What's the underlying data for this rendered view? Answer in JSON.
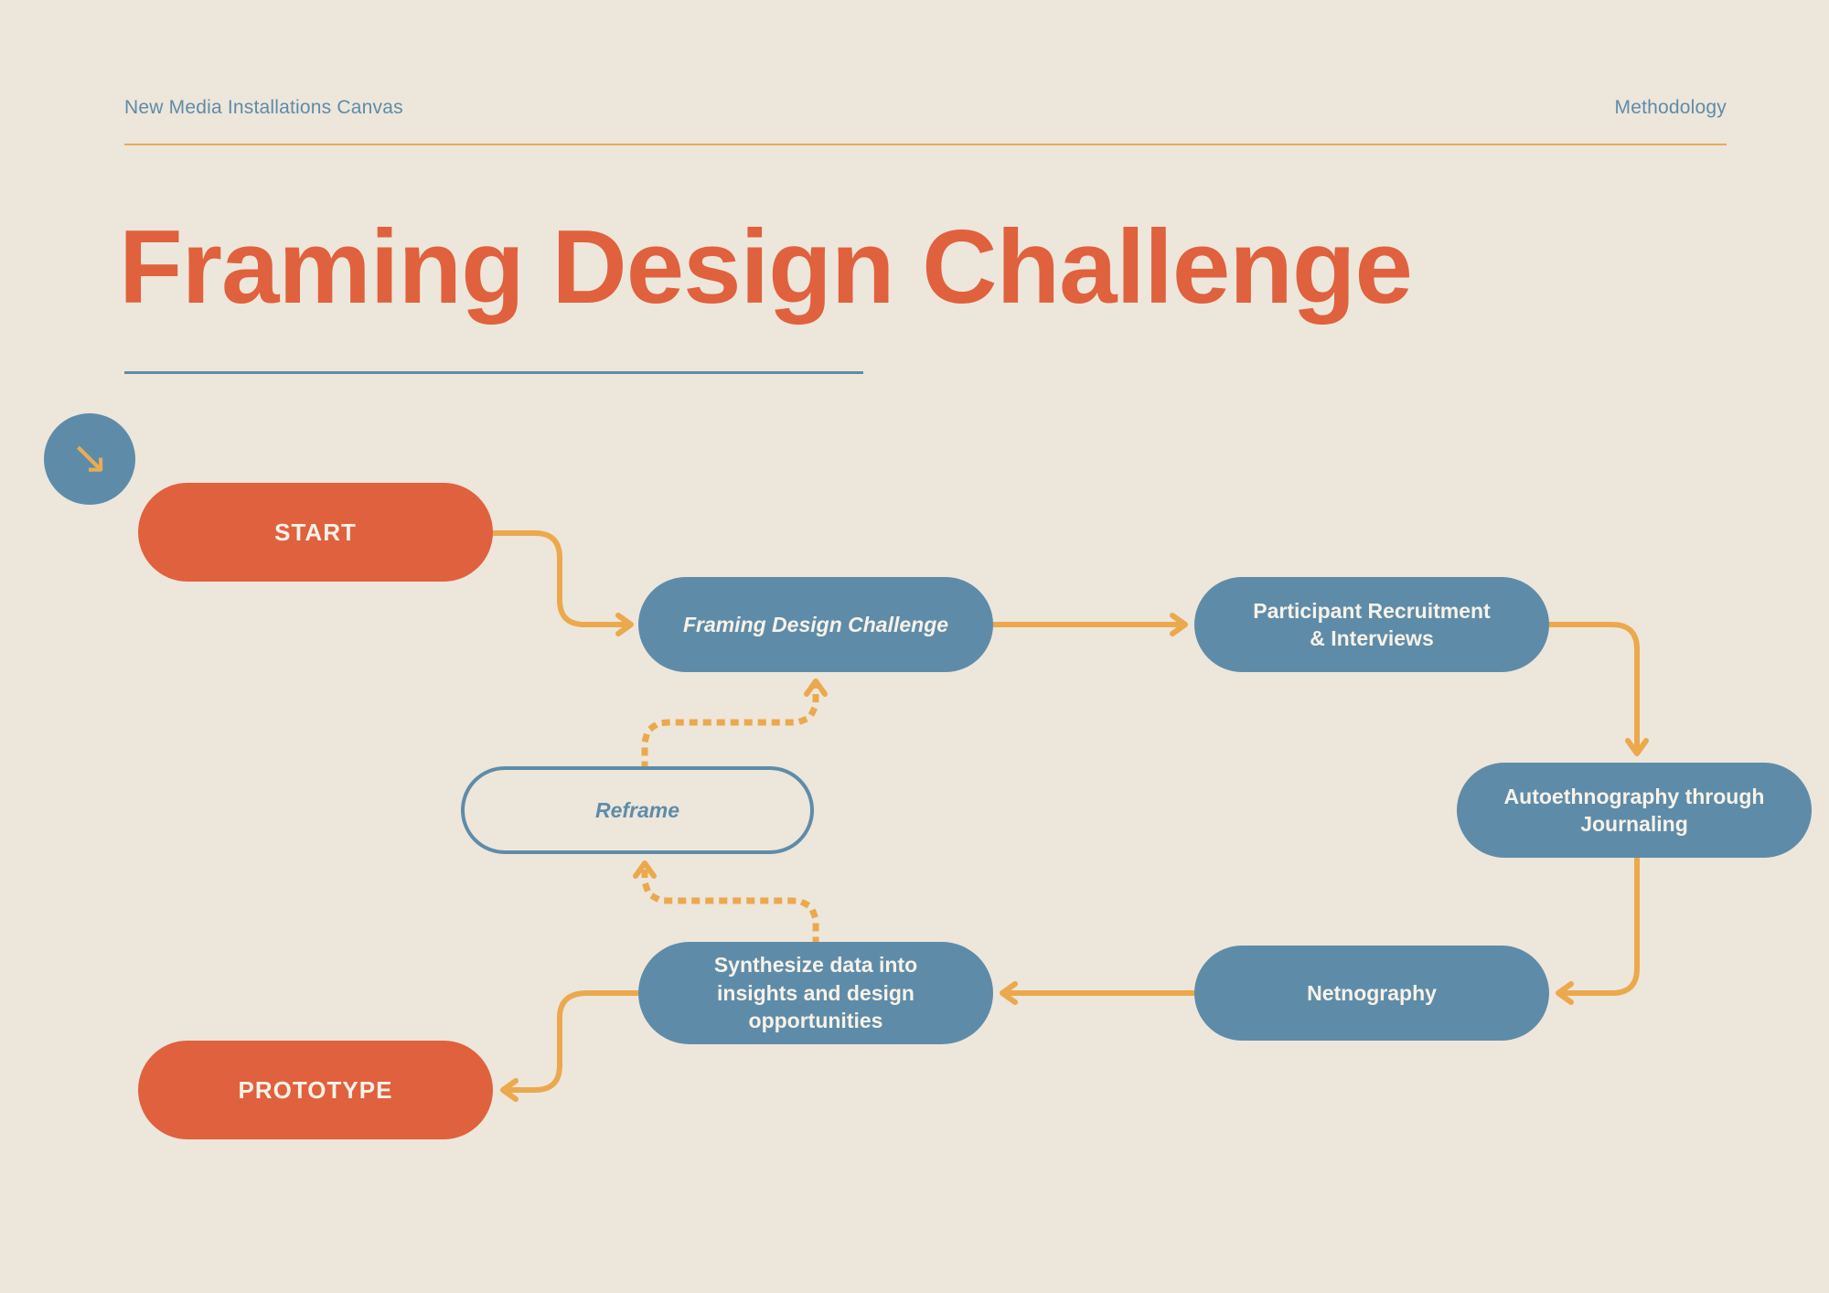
{
  "colors": {
    "background": "#EDE6DB",
    "orange": "#E0613D",
    "blue": "#5E8CA8",
    "amber": "#EBA94D",
    "node_text": "#F7F2E9"
  },
  "header": {
    "left": "New Media Installations Canvas",
    "right": "Methodology"
  },
  "title": "Framing Design Challenge",
  "icons": {
    "corner_arrow": "↘"
  },
  "flowchart": {
    "nodes": {
      "start": "START",
      "framing": "Framing Design Challenge",
      "recruitment": "Participant Recruitment\n& Interviews",
      "autoethnography": "Autoethnography through\nJournaling",
      "netnography": "Netnography",
      "synthesize": "Synthesize data into\ninsights and design\nopportunities",
      "reframe": "Reframe",
      "prototype": "PROTOTYPE"
    }
  }
}
